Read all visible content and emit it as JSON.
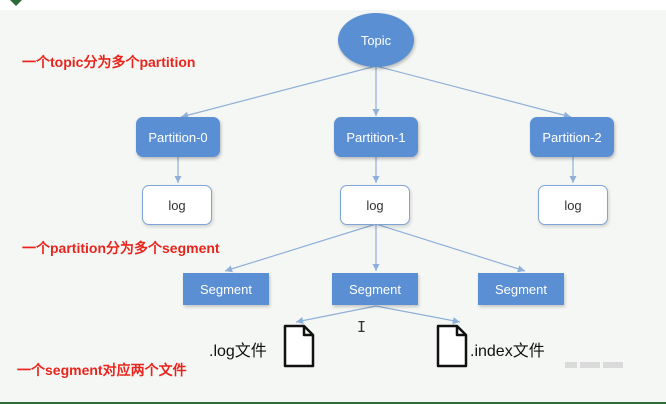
{
  "diagram": {
    "topic": "Topic",
    "partitions": [
      "Partition-0",
      "Partition-1",
      "Partition-2"
    ],
    "logs": [
      "log",
      "log",
      "log"
    ],
    "segments": [
      "Segment",
      "Segment",
      "Segment"
    ],
    "files": {
      "log_file": ".log文件",
      "index_file": ".index文件"
    }
  },
  "notes": {
    "topic_note": "一个topic分为多个partition",
    "partition_note": "一个partition分为多个segment",
    "segment_note": "一个segment对应两个文件"
  },
  "colors": {
    "node_blue": "#5b8fd4",
    "note_red": "#e8251c",
    "link_blue": "#8fb0d8"
  }
}
